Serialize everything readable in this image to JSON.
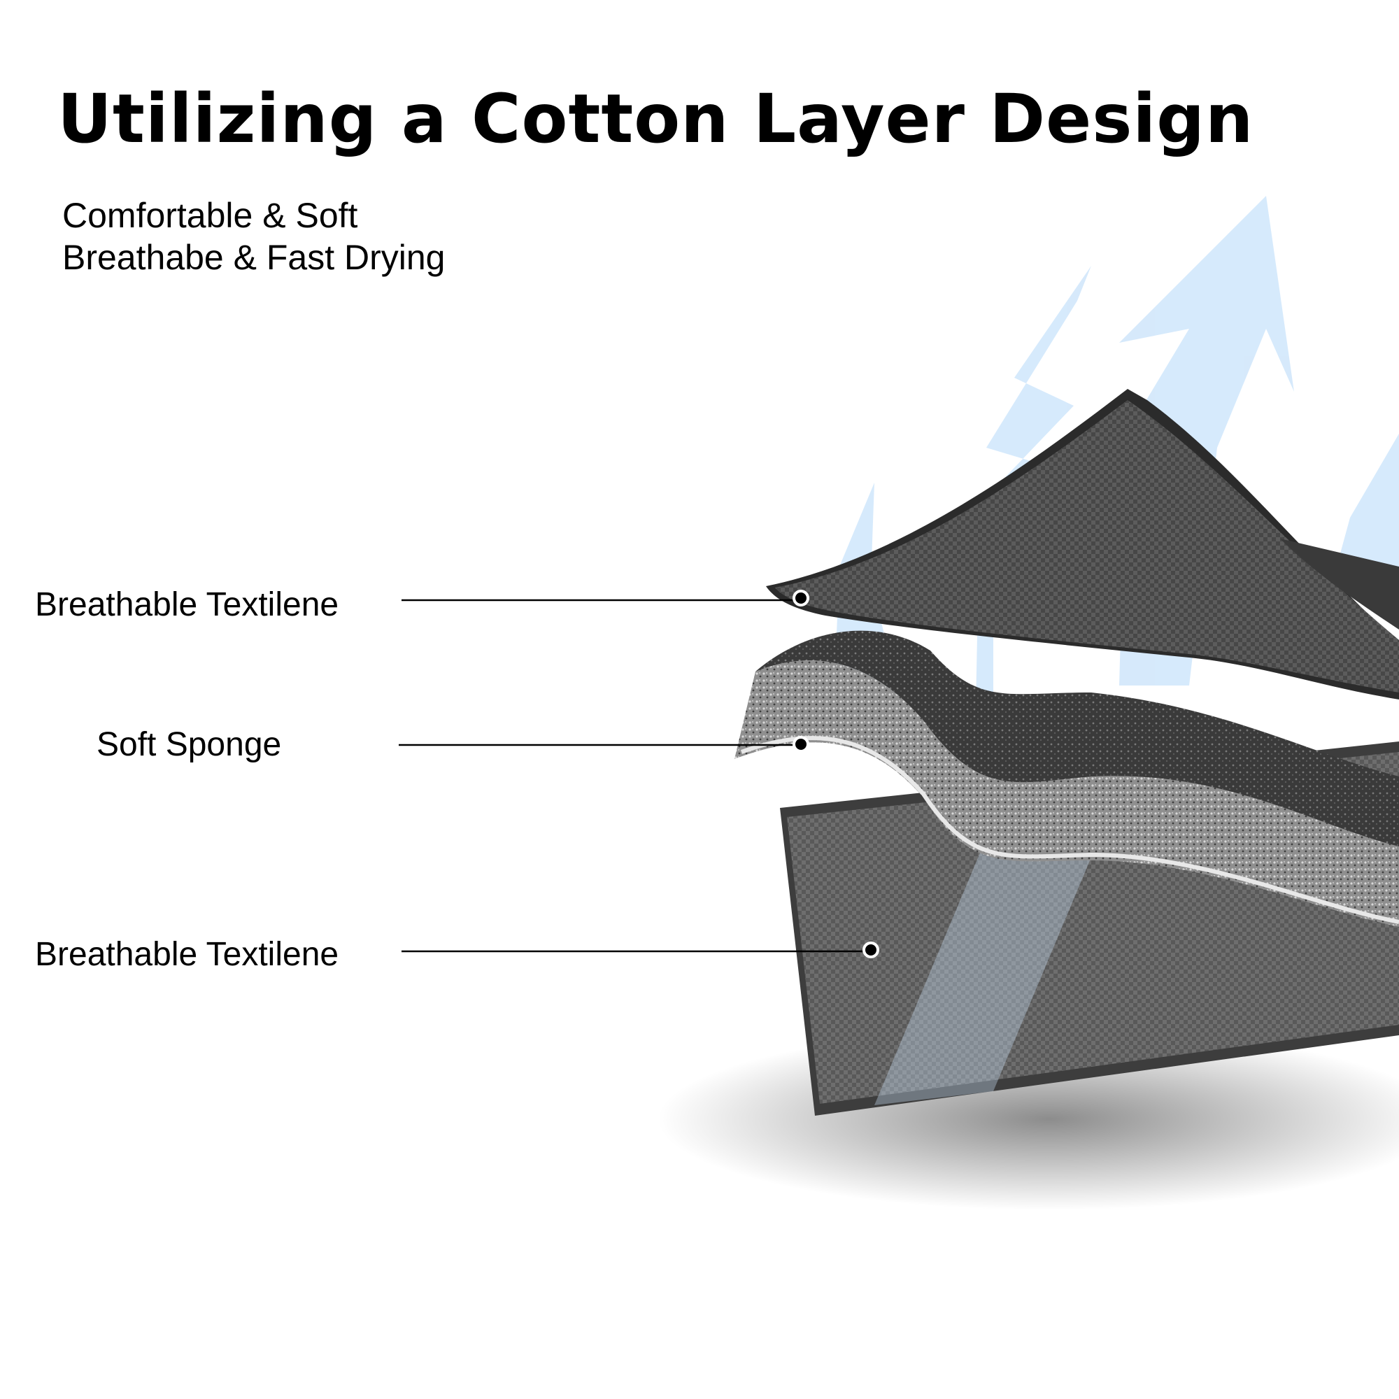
{
  "title": "Utilizing a Cotton Layer Design",
  "features": [
    "Comfortable & Soft",
    "Breathabe & Fast Drying"
  ],
  "layers": [
    {
      "label": "Breathable Textilene"
    },
    {
      "label": "Soft Sponge"
    },
    {
      "label": "Breathable Textilene"
    }
  ],
  "colors": {
    "textilene_top": "#4a4a4a",
    "textilene_bottom": "#5a5a5a",
    "sponge": "#9a9a9a",
    "airflow": "#cfe6fb"
  },
  "icons": [
    "airflow-arrows-icon"
  ]
}
